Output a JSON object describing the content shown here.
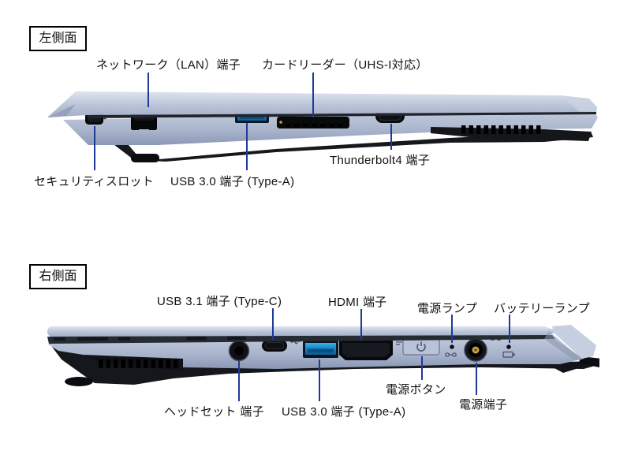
{
  "page": {
    "background": "#ffffff"
  },
  "colors": {
    "leader_line": "#1e3a96",
    "label_text": "#111111",
    "laptop_lid": "#c3cbdd",
    "laptop_body": "#aab5cd",
    "underside_black": "#16181d",
    "usb_port_blue": "#1787c9",
    "dc_pin_gold": "#c8a13e",
    "power_button_fill": "#b8c3d8"
  },
  "sections": {
    "left": {
      "label": "左側面",
      "callouts": {
        "lan": "ネットワーク（LAN）端子",
        "card_reader": "カードリーダー（UHS-I対応）",
        "security_slot": "セキュリティスロット",
        "usb_a": "USB 3.0 端子 (Type-A)",
        "thunderbolt": "Thunderbolt4 端子"
      }
    },
    "right": {
      "label": "右側面",
      "callouts": {
        "usb_c": "USB 3.1 端子 (Type-C)",
        "hdmi": "HDMI 端子",
        "power_lamp": "電源ランプ",
        "battery_lamp": "バッテリーランプ",
        "headset": "ヘッドセット 端子",
        "usb_a": "USB 3.0 端子 (Type-A)",
        "power_button": "電源ボタン",
        "power_jack": "電源端子"
      }
    }
  },
  "icons": [
    "security-lock-icon",
    "lan-icon",
    "usb-ss-icon",
    "thunderbolt-icon",
    "headset-icon",
    "power-icon",
    "power-lamp-icon",
    "battery-icon",
    "dc-in-icon"
  ]
}
